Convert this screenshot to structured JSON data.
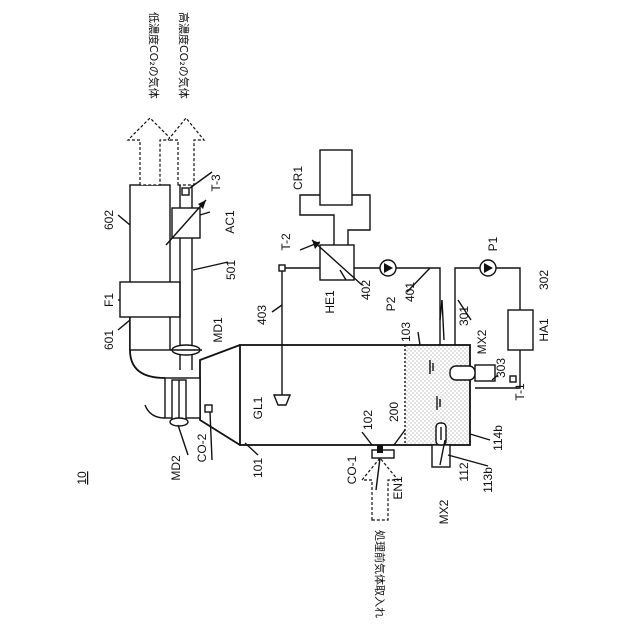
{
  "figure": {
    "number": "10",
    "labels": {
      "CR1": "CR1",
      "T2": "T-2",
      "T3": "T-3",
      "AC1": "AC1",
      "HE1": "HE1",
      "P1": "P1",
      "P2": "P2",
      "HA1": "HA1",
      "F1": "F1",
      "MD1": "MD1",
      "MD2": "MD2",
      "GL1": "GL1",
      "CO1": "CO-1",
      "CO2": "CO-2",
      "EN1": "EN1",
      "MX2a": "MX2",
      "MX2b": "MX2",
      "T1": "T-1",
      "n602": "602",
      "n601": "601",
      "n501": "501",
      "n403": "403",
      "n402": "402",
      "n401": "401",
      "n103": "103",
      "n301": "301",
      "n302": "302",
      "n303": "303",
      "n101": "101",
      "n102": "102",
      "n200": "200",
      "n114b": "114b",
      "n112": "112",
      "n113b": "113b"
    },
    "captions": {
      "low_co2_gas": "低濃度CO₂の気体",
      "high_co2_gas": "高濃度CO₂の気体",
      "intake": "処理前気体取入れ"
    }
  }
}
